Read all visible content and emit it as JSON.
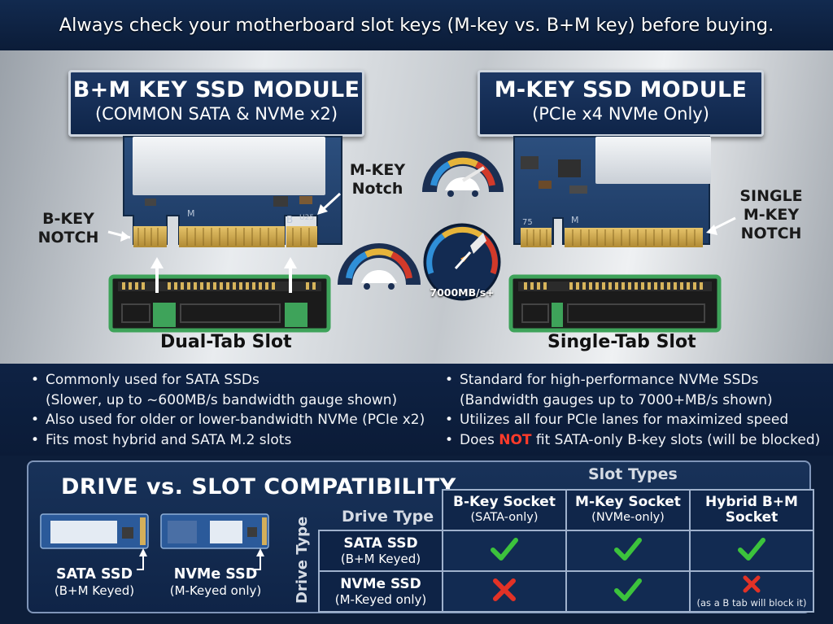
{
  "banner": {
    "text": "Always check your motherboard slot keys (M-key vs. B+M key) before buying."
  },
  "left_module": {
    "title": "B+M KEY SSD MODULE",
    "subtitle": "(COMMON SATA & NVMe x2)",
    "b_notch_label": [
      "B-KEY",
      "NOTCH"
    ],
    "m_notch_label": [
      "M-KEY",
      "Notch"
    ],
    "pcb_marks": [
      "M",
      "B",
      "U25"
    ],
    "slot_label": "Dual-Tab Slot"
  },
  "right_module": {
    "title": "M-KEY SSD MODULE",
    "subtitle": "(PCIe x4 NVMe Only)",
    "notch_label": [
      "SINGLE",
      "M-KEY",
      "NOTCH"
    ],
    "pcb_marks": [
      "75",
      "M"
    ],
    "slot_label": "Single-Tab Slot"
  },
  "gauges": {
    "speed_label": "7000MB/s+"
  },
  "bullets_left": [
    {
      "line": "Commonly used for SATA SSDs",
      "cont": "(Slower, up to ~600MB/s bandwidth gauge shown)"
    },
    {
      "line": "Also used for older or lower-bandwidth NVMe (PCIe x2)"
    },
    {
      "line": "Fits most hybrid and SATA M.2 slots"
    }
  ],
  "bullets_right": [
    {
      "line": "Standard for high-performance NVMe SSDs",
      "cont": "(Bandwidth gauges up to 7000+MB/s shown)"
    },
    {
      "line": "Utilizes all four PCIe lanes for maximized speed"
    },
    {
      "pre": "Does ",
      "emph": "NOT",
      "post": " fit SATA-only B-key slots (will be blocked)"
    }
  ],
  "compat": {
    "title": "DRIVE vs. SLOT COMPATIBILITY",
    "drives": [
      {
        "name": "SATA SSD",
        "sub": "(B+M Keyed)"
      },
      {
        "name": "NVMe SSD",
        "sub": "(M-Keyed only)"
      }
    ],
    "slot_types_label": "Slot Types",
    "drive_type_label": "Drive Type",
    "columns": [
      {
        "name": "B-Key Socket",
        "sub": "(SATA-only)"
      },
      {
        "name": "M-Key Socket",
        "sub": "(NVMe-only)"
      },
      {
        "name": "Hybrid B+M",
        "sub": "Socket"
      }
    ],
    "rows": [
      {
        "name": "SATA SSD",
        "sub": "(B+M Keyed)",
        "cells": [
          "check",
          "check",
          "check"
        ]
      },
      {
        "name": "NVMe SSD",
        "sub": "(M-Keyed only)",
        "cells": [
          "cross",
          "check",
          "cross"
        ],
        "note": "(as a B tab will block it)"
      }
    ],
    "colors": {
      "check": "#3cc33c",
      "cross": "#e23226"
    }
  }
}
